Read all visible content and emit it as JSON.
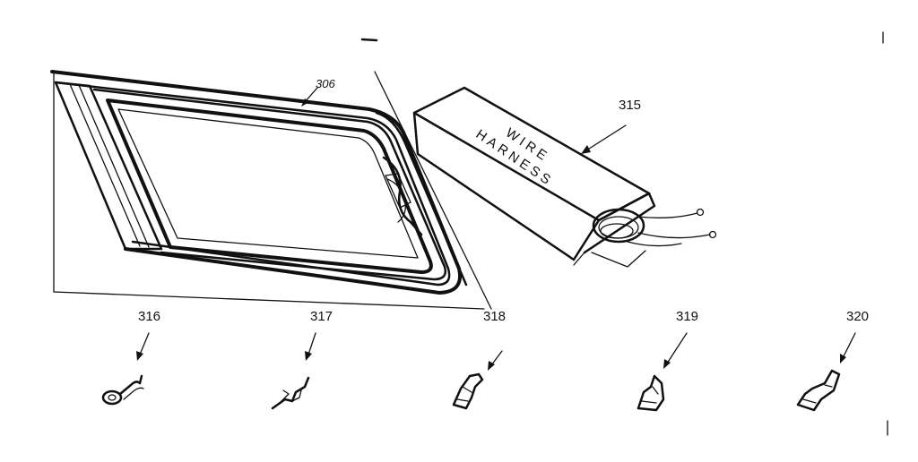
{
  "callouts": {
    "window_assembly": "306",
    "wire_harness": "315",
    "terminal_316": "316",
    "terminal_317": "317",
    "terminal_318": "318",
    "terminal_319": "319",
    "terminal_320": "320"
  },
  "harness_box": {
    "line1": "WIRE",
    "line2": "HARNESS"
  },
  "colors": {
    "ink": "#111111",
    "paper": "#ffffff"
  }
}
